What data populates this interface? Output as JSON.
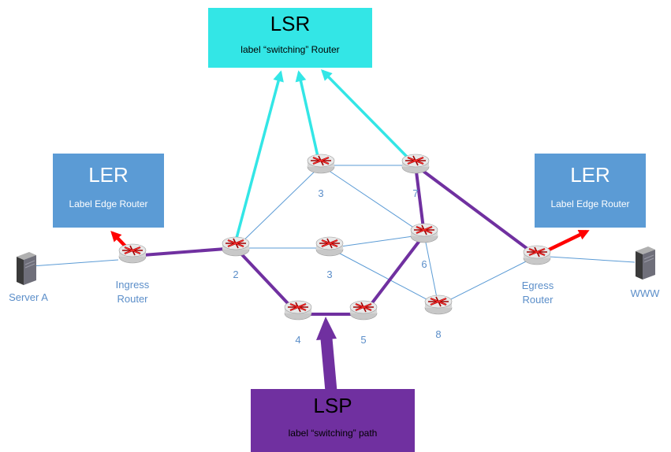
{
  "boxes": {
    "lsr": {
      "title": "LSR",
      "subtitle": "label “switching”  Router",
      "color": "#33e6e6"
    },
    "ler_left": {
      "title": "LER",
      "subtitle": "Label Edge Router",
      "color": "#5b9bd5"
    },
    "ler_right": {
      "title": "LER",
      "subtitle": "Label Edge Router",
      "color": "#5b9bd5"
    },
    "lsp": {
      "title": "LSP",
      "subtitle": "label “switching”  path",
      "color": "#7030a0"
    }
  },
  "nodes": {
    "server_a": "Server A",
    "ingress": "Ingress\nRouter",
    "r2": "2",
    "r3_top": "3",
    "r3_mid": "3",
    "r4": "4",
    "r5": "5",
    "r6": "6",
    "r7": "7",
    "r8": "8",
    "egress": "Egress\nRouter",
    "www": "WWW"
  },
  "colors": {
    "link": "#5b9bd5",
    "path": "#7030a0",
    "lsr_arrow": "#33e6e6",
    "ler_arrow": "#ff0000",
    "label": "#5b8ec9"
  },
  "icons": {
    "router": "router-icon",
    "server": "server-icon"
  }
}
